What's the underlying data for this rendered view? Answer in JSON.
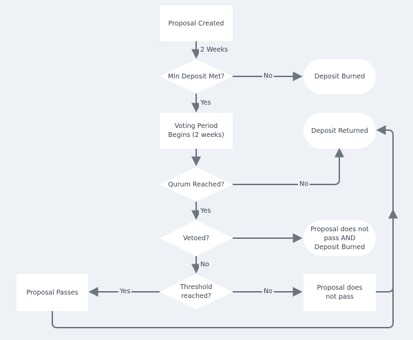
{
  "nodes": {
    "proposal_created": "Proposal Created",
    "min_deposit_met": "Min Deposit Met?",
    "deposit_burned": "Deposit Burned",
    "voting_period": "Voting Period Begins (2 weeks)",
    "deposit_returned": "Deposit Returned",
    "quorum_reached": "Qurum Reached?",
    "vetoed": "Vetoed?",
    "not_pass_burned": "Proposal does not pass AND Deposit Burned",
    "threshold_reached": "Threshold reached?",
    "proposal_passes": "Proposal Passes",
    "proposal_not_pass": "Proposal does not pass"
  },
  "edges": {
    "two_weeks": "2 Weeks",
    "min_no": "No",
    "min_yes": "Yes",
    "quorum_no": "No",
    "quorum_yes": "Yes",
    "veto_no": "No",
    "threshold_yes": "Yes",
    "threshold_no": "No"
  },
  "colors": {
    "background": "#eef1f5",
    "node_fill": "#ffffff",
    "connector": "#6b7480",
    "text": "#3b4450"
  }
}
